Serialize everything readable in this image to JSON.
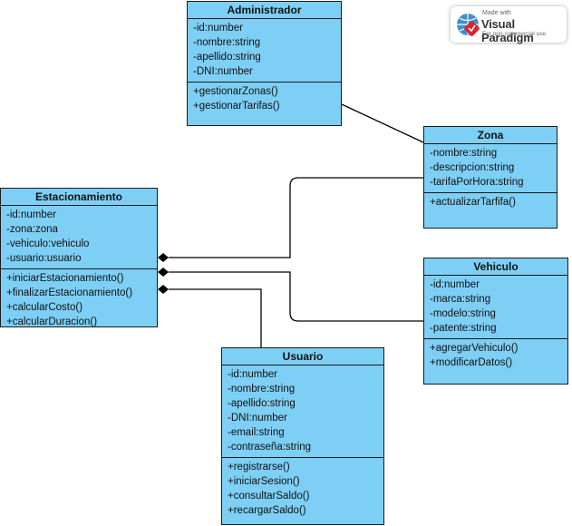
{
  "watermark": {
    "line1": "Made with",
    "brand": "Visual Paradigm",
    "line3": "For non-commercial use"
  },
  "classes": {
    "administrador": {
      "name": "Administrador",
      "attributes": [
        "-id:number",
        "-nombre:string",
        "-apellido:string",
        "-DNI:number"
      ],
      "operations": [
        "+gestionarZonas()",
        "+gestionarTarifas()"
      ]
    },
    "zona": {
      "name": "Zona",
      "attributes": [
        "-nombre:string",
        "-descripcion:string",
        "-tarifaPorHora:string"
      ],
      "operations": [
        "+actualizarTarfifa()"
      ]
    },
    "estacionamiento": {
      "name": "Estacionamiento",
      "attributes": [
        "-id:number",
        "-zona:zona",
        "-vehiculo:vehiculo",
        "-usuario:usuario"
      ],
      "operations": [
        "+iniciarEstacionamiento()",
        "+finalizarEstacionamiento()",
        "+calcularCosto()",
        "+calcularDuracion()"
      ]
    },
    "vehiculo": {
      "name": "Vehiculo",
      "attributes": [
        "-id:number",
        "-marca:string",
        "-modelo:string",
        "-patente:string"
      ],
      "operations": [
        "+agregarVehiculo()",
        "+modificarDatos()"
      ]
    },
    "usuario": {
      "name": "Usuario",
      "attributes": [
        "-id:number",
        "-nombre:string",
        "-apellido:string",
        "-DNI:number",
        "-email:string",
        "-contraseña:string"
      ],
      "operations": [
        "+registrarse()",
        "+iniciarSesion()",
        "+consultarSaldo()",
        "+recargarSaldo()"
      ]
    }
  },
  "colors": {
    "class_fill": "#7dcff5",
    "line": "#000000"
  }
}
